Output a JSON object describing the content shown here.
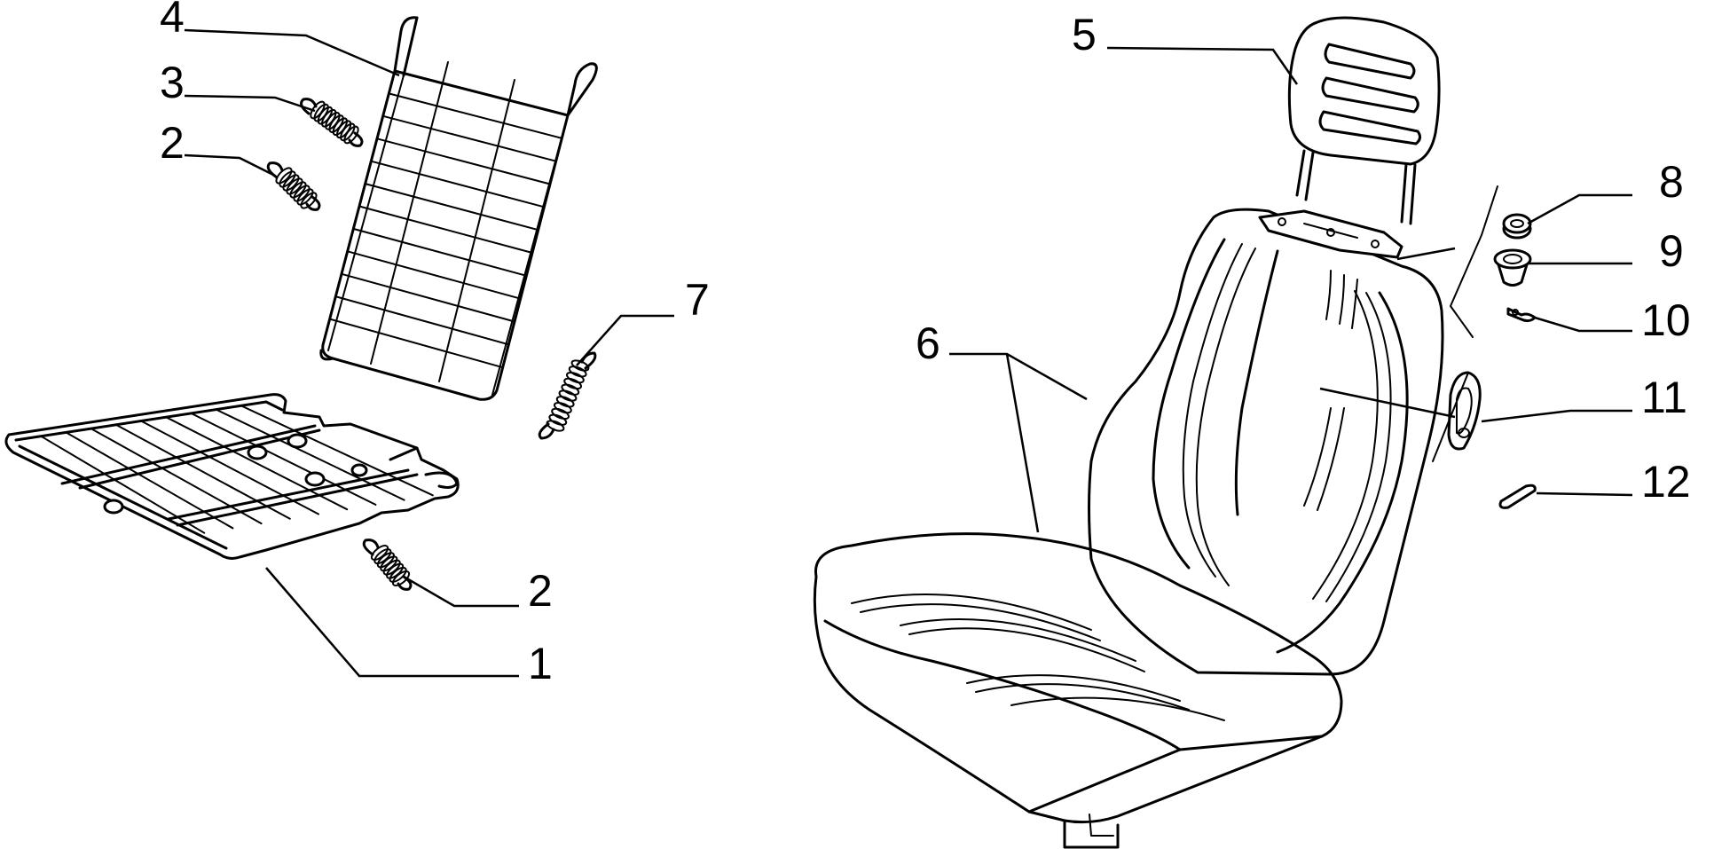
{
  "diagram": {
    "callouts": [
      {
        "id": "c4",
        "label": "4"
      },
      {
        "id": "c3",
        "label": "3"
      },
      {
        "id": "c2a",
        "label": "2"
      },
      {
        "id": "c7",
        "label": "7"
      },
      {
        "id": "c2b",
        "label": "2"
      },
      {
        "id": "c1",
        "label": "1"
      },
      {
        "id": "c5",
        "label": "5"
      },
      {
        "id": "c6",
        "label": "6"
      },
      {
        "id": "c8",
        "label": "8"
      },
      {
        "id": "c9",
        "label": "9"
      },
      {
        "id": "c10",
        "label": "10"
      },
      {
        "id": "c11",
        "label": "11"
      },
      {
        "id": "c12",
        "label": "12"
      }
    ]
  }
}
